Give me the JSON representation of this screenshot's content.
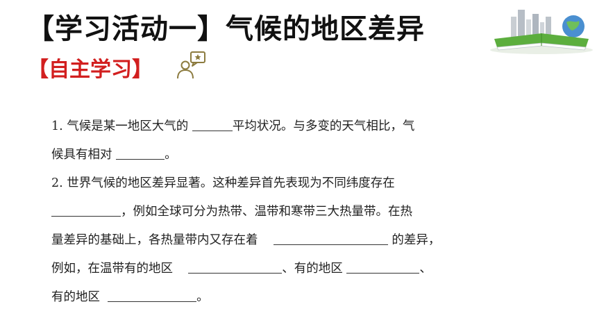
{
  "title": "【学习活动一】气候的地区差异",
  "subtitle": "【自主学习】",
  "icons": {
    "study": "person-speech-bubble-star-icon",
    "decoration": "open-book-city-globe-icon"
  },
  "colors": {
    "subtitle": "#d21f1f",
    "icon": "#8c7b3f"
  },
  "content": {
    "q1_line1_a": "1. 气候是某一地区大气的",
    "q1_line1_b": "平均状况。与多变的天气相比，气",
    "q1_line2_a": "候具有相对",
    "q1_line2_b": "。",
    "q2_line1": "2. 世界气候的地区差异显著。这种差异首先表现为不同纬度存在",
    "q2_line2": "，例如全球可分为热带、温带和寒带三大热量带。在热",
    "q2_line3_a": "量差异的基础上，各热量带内又存在着",
    "q2_line3_b": "的差异，",
    "q2_line4_a": "例如，在温带有的地区",
    "q2_line4_b": "、有的地区",
    "q2_line4_c": "、",
    "q2_line5_a": "有的地区",
    "q2_line5_b": "。"
  }
}
